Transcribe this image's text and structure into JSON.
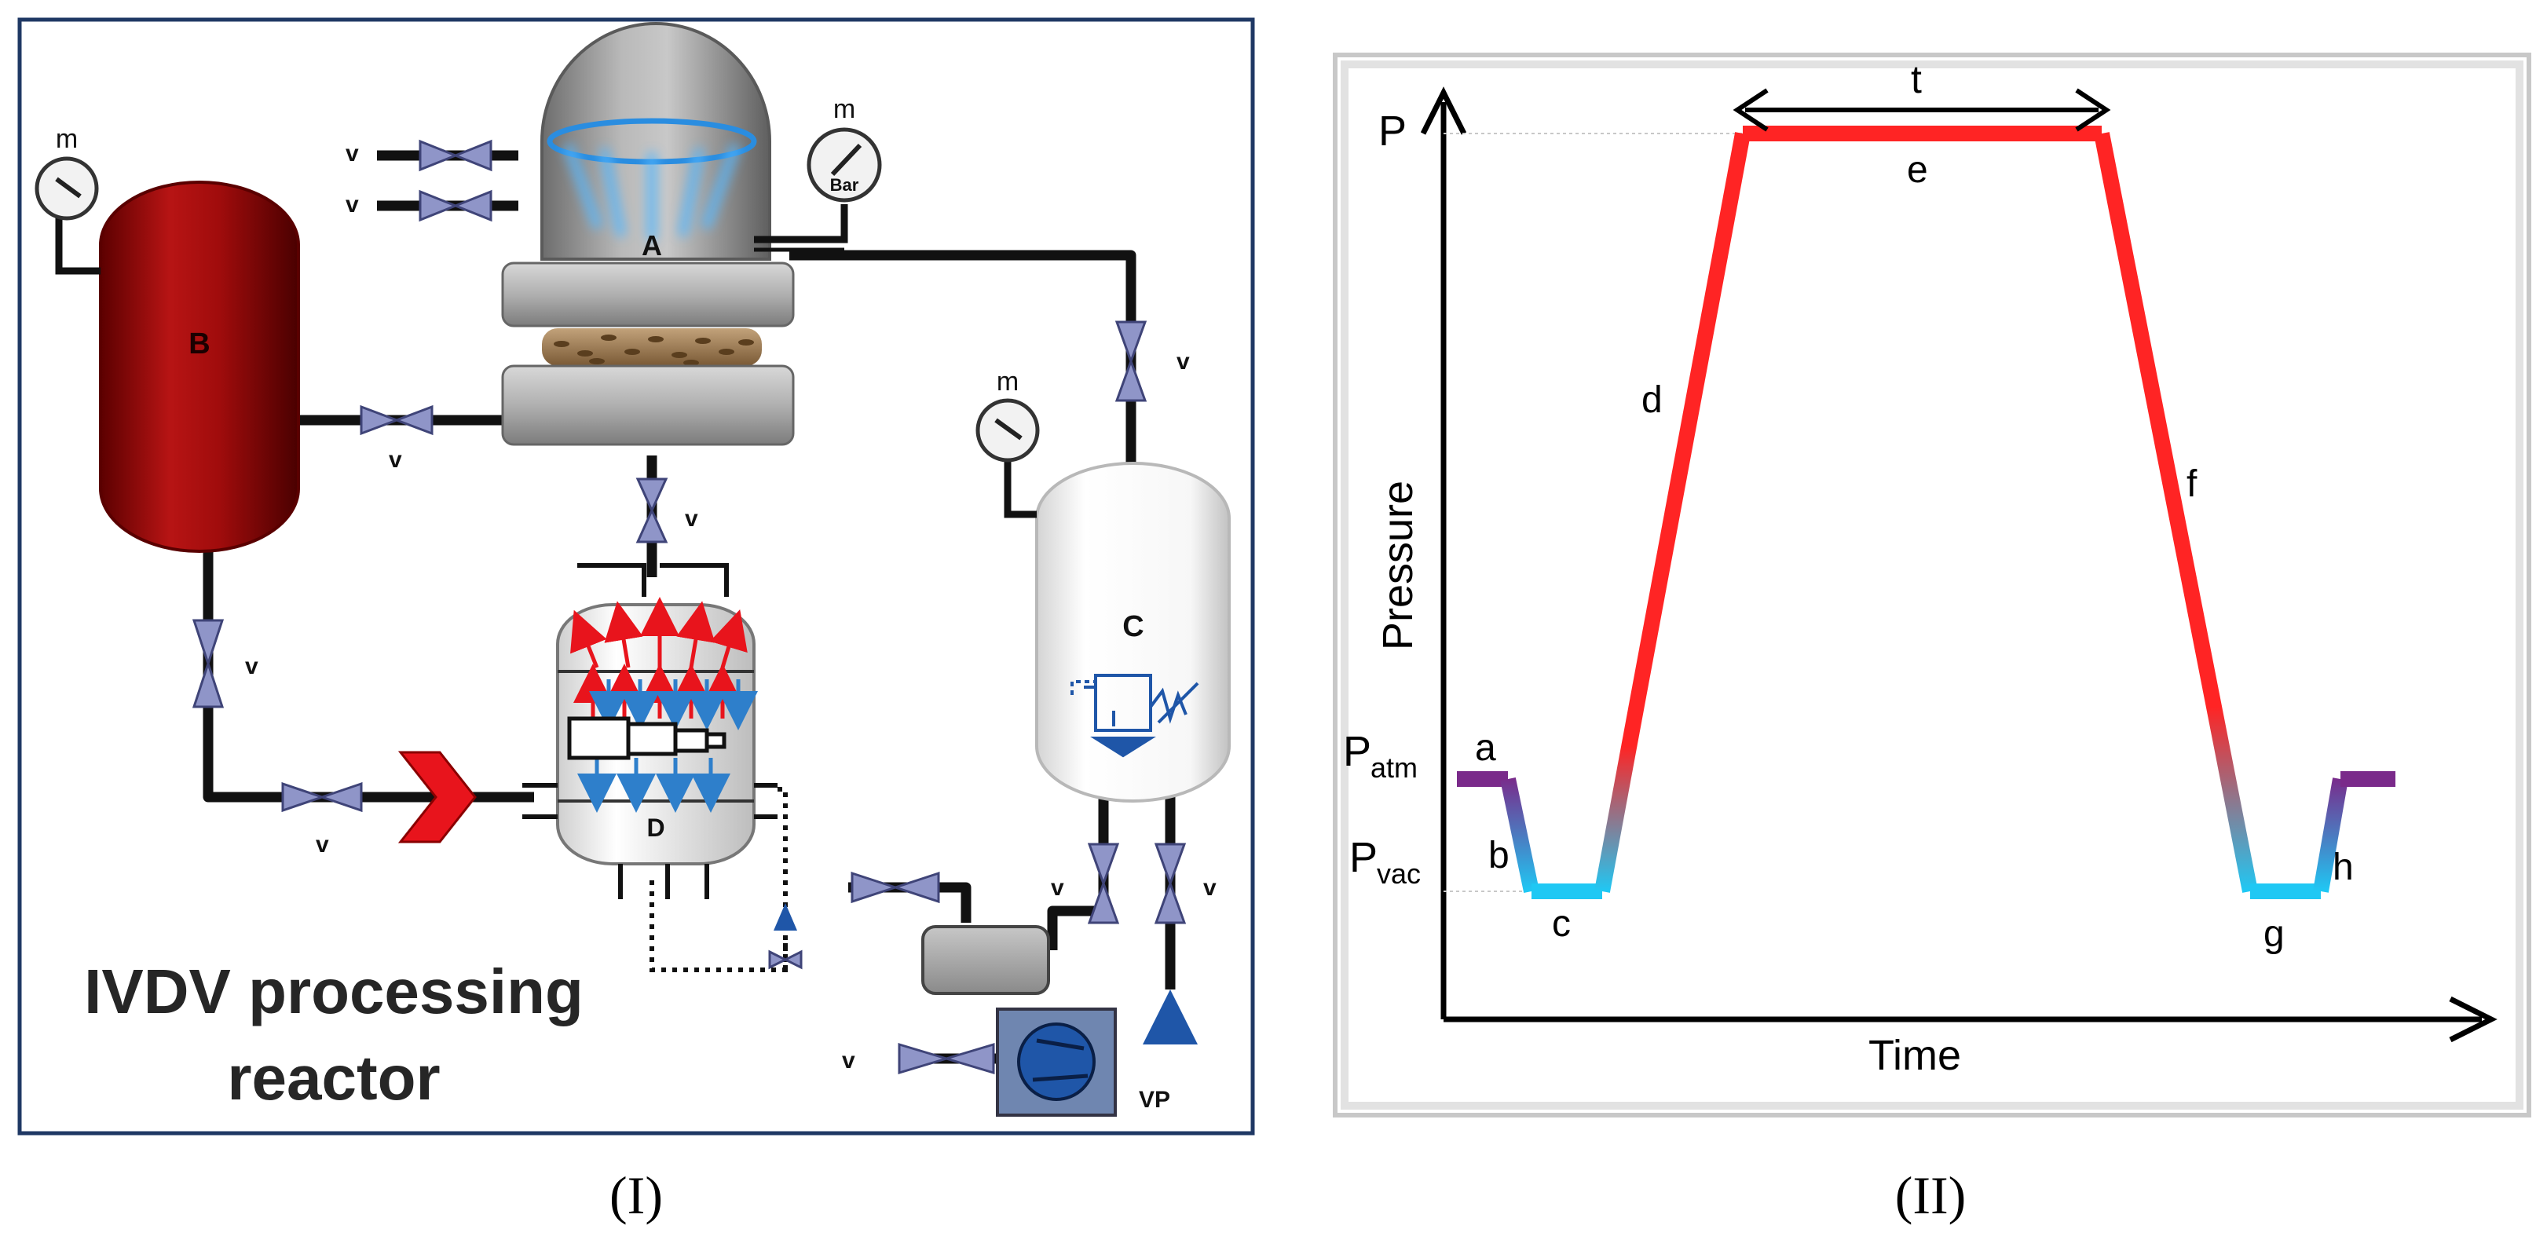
{
  "panel_I": {
    "caption": "(I)",
    "title_line1": "IVDV processing",
    "title_line2": "reactor",
    "labels": {
      "reactor": "A",
      "tank": "B",
      "vacuum_tank": "C",
      "condenser": "D",
      "vacuum_pump": "VP",
      "gauge_unit": "Bar",
      "gauge": "m",
      "valve": "v"
    }
  },
  "panel_II": {
    "caption": "(II)",
    "xlabel": "Time",
    "ylabel": "Pressure",
    "levels": {
      "p": "P",
      "patm_main": "P",
      "patm_sub": "atm",
      "pvac_main": "P",
      "pvac_sub": "vac"
    },
    "duration_label": "t",
    "segment_labels": [
      "a",
      "b",
      "c",
      "d",
      "e",
      "f",
      "g",
      "h"
    ]
  },
  "colors": {
    "frame_navy": "#1f3864",
    "pipe": "#111111",
    "valve": "#8f95c8",
    "tank_red": "#9c0a0a",
    "curve_red": "#ff2424",
    "curve_cyan": "#1fc8f4",
    "curve_purple": "#7a2a8a",
    "arrow_red": "#e8141c",
    "arrow_blue": "#2e7fcb"
  }
}
